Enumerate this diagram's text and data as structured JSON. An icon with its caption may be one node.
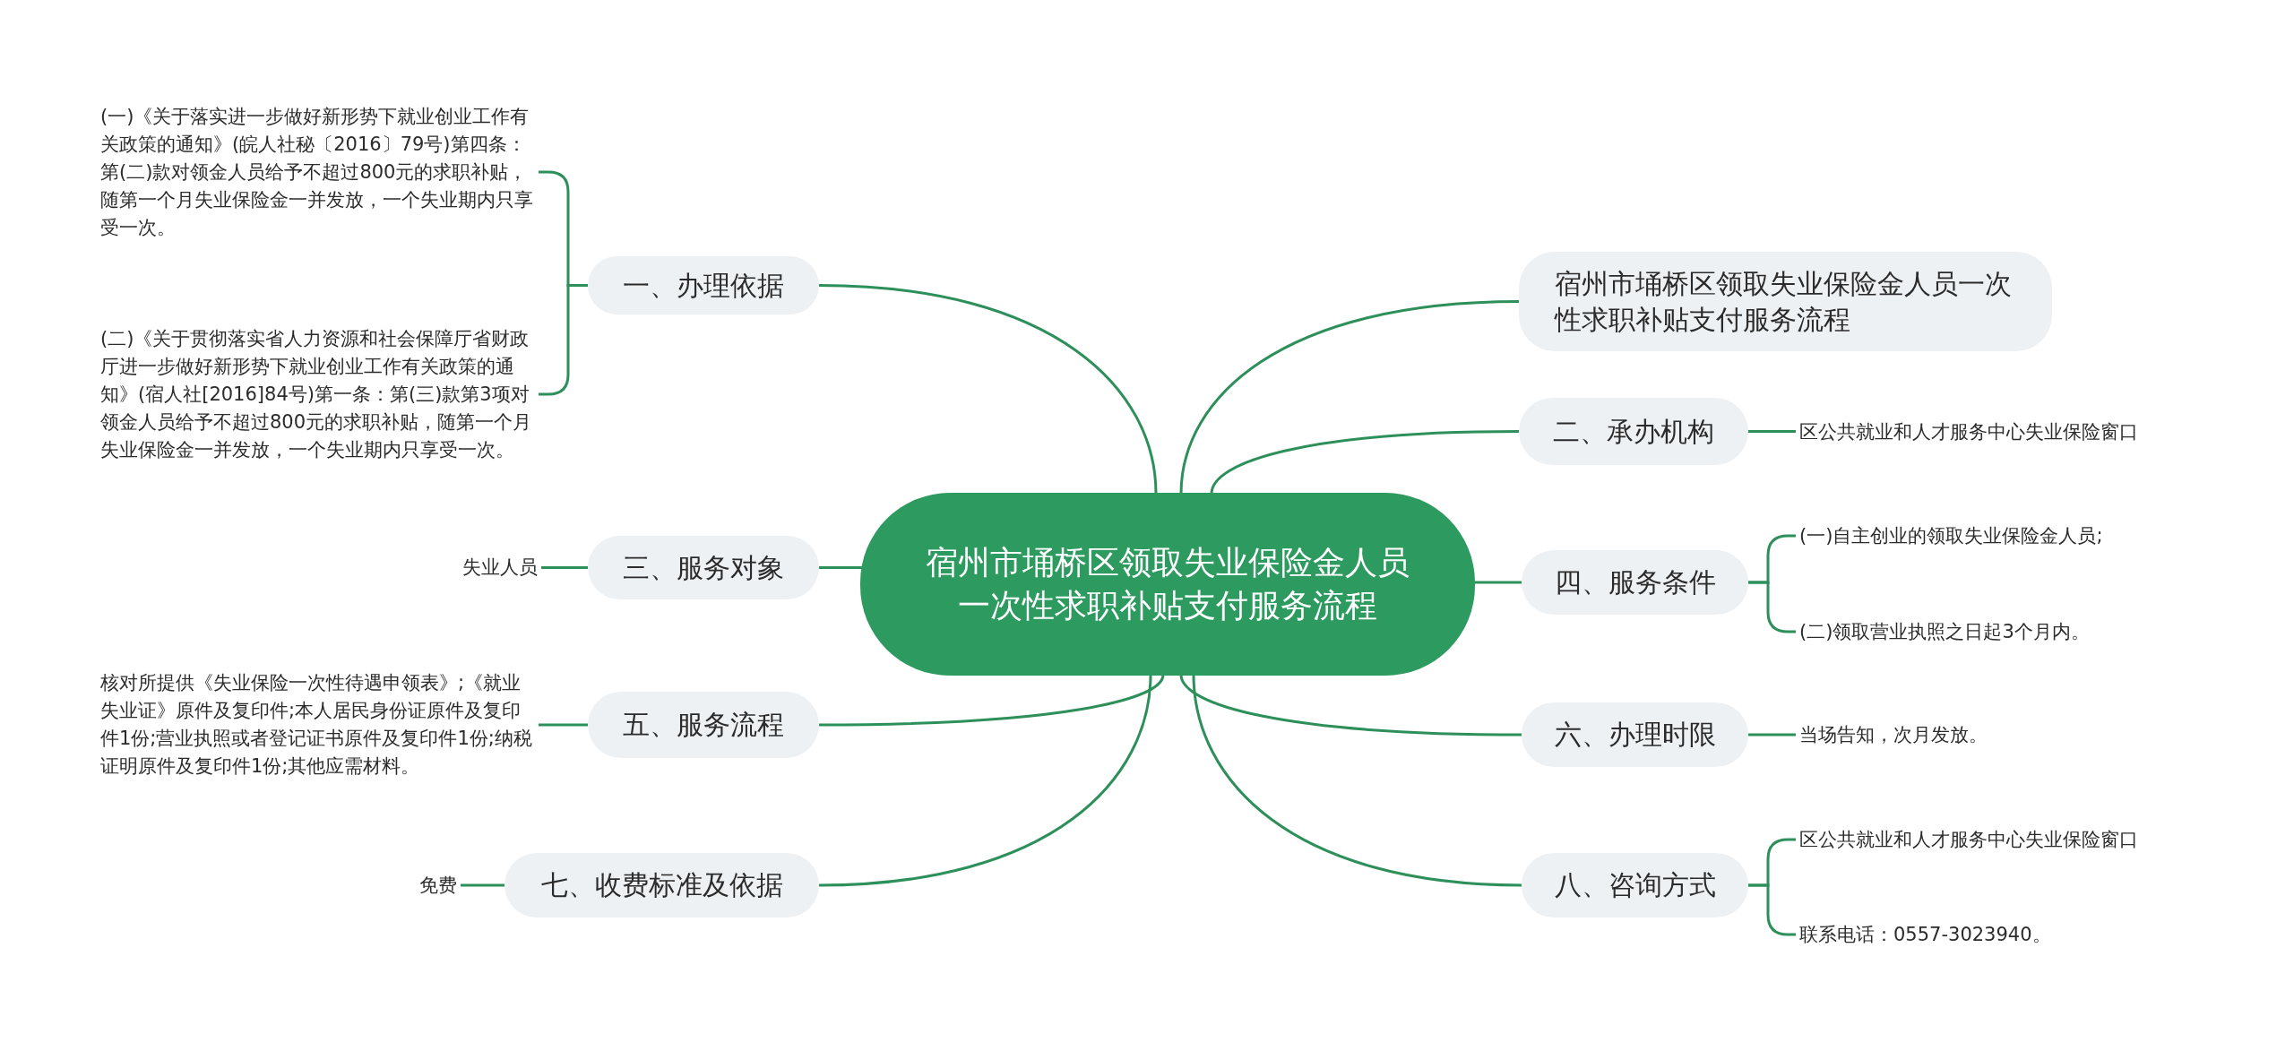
{
  "diagram": {
    "nodes": [
      {
        "text": [
          "宿州市埇桥区领取失业保险金人员一次性求职补贴支付服务流程"
        ]
      },
      {
        "text": [
          "一、办理依据"
        ]
      },
      {
        "text": [
          "(一)《关于落实进一步做好新形势下就业创业工作有关政策的通知》(皖人社秘〔2016〕79号)第四条：第(二)款对领金人员给予不超过800元的求职补贴，随第一个月失业保险金一并发放，一个失业期内只享受一次。"
        ]
      },
      {
        "text": [
          "(二)《关于贯彻落实省人力资源和社会保障厅省财政厅进一步做好新形势下就业创业工作有关政策的通知》(宿人社[2016]84号)第一条：第(三)款第3项对领金人员给予不超过800元的求职补贴，随第一个月失业保险金一并发放，一个失业期内只享受一次。"
        ]
      },
      {
        "text": [
          "宿州市埇桥区领取失业保险金人员一次性求职补贴支付服务流程"
        ]
      },
      {
        "text": [
          "二、承办机构"
        ]
      },
      {
        "text": [
          "区公共就业和人才服务中心失业保险窗口"
        ]
      },
      {
        "text": [
          "三、服务对象"
        ]
      },
      {
        "text": [
          "失业人员"
        ]
      },
      {
        "text": [
          "四、服务条件"
        ]
      },
      {
        "text": [
          "(一)自主创业的领取失业保险金人员;"
        ]
      },
      {
        "text": [
          "(二)领取营业执照之日起3个月内。"
        ]
      },
      {
        "text": [
          "五、服务流程"
        ]
      },
      {
        "text": [
          "核对所提供《失业保险一次性待遇申领表》;《就业失业证》原件及复印件;本人居民身份证原件及复印件1份;营业执照或者登记证书原件及复印件1份;纳税证明原件及复印件1份;其他应需材料。"
        ]
      },
      {
        "text": [
          "六、办理时限"
        ]
      },
      {
        "text": [
          "当场告知，次月发放。"
        ]
      },
      {
        "text": [
          "七、收费标准及依据"
        ]
      },
      {
        "text": [
          "免费"
        ]
      },
      {
        "text": [
          "八、咨询方式"
        ]
      },
      {
        "text": [
          "区公共就业和人才服务中心失业保险窗口"
        ]
      },
      {
        "text": [
          "联系电话：0557-3023940。"
        ]
      }
    ],
    "edges": [
      {
        "from": 0,
        "to": 1,
        "arrow": "none"
      },
      {
        "from": 1,
        "to": 2,
        "arrow": "none"
      },
      {
        "from": 1,
        "to": 3,
        "arrow": "none"
      },
      {
        "from": 0,
        "to": 4,
        "arrow": "none"
      },
      {
        "from": 0,
        "to": 5,
        "arrow": "none"
      },
      {
        "from": 5,
        "to": 6,
        "arrow": "none"
      },
      {
        "from": 0,
        "to": 7,
        "arrow": "none"
      },
      {
        "from": 7,
        "to": 8,
        "arrow": "none"
      },
      {
        "from": 0,
        "to": 9,
        "arrow": "none"
      },
      {
        "from": 9,
        "to": 10,
        "arrow": "none"
      },
      {
        "from": 9,
        "to": 11,
        "arrow": "none"
      },
      {
        "from": 0,
        "to": 12,
        "arrow": "none"
      },
      {
        "from": 12,
        "to": 13,
        "arrow": "none"
      },
      {
        "from": 0,
        "to": 14,
        "arrow": "none"
      },
      {
        "from": 14,
        "to": 15,
        "arrow": "none"
      },
      {
        "from": 0,
        "to": 16,
        "arrow": "none"
      },
      {
        "from": 16,
        "to": 17,
        "arrow": "none"
      },
      {
        "from": 0,
        "to": 18,
        "arrow": "none"
      },
      {
        "from": 18,
        "to": 19,
        "arrow": "none"
      },
      {
        "from": 18,
        "to": 20,
        "arrow": "none"
      }
    ]
  }
}
